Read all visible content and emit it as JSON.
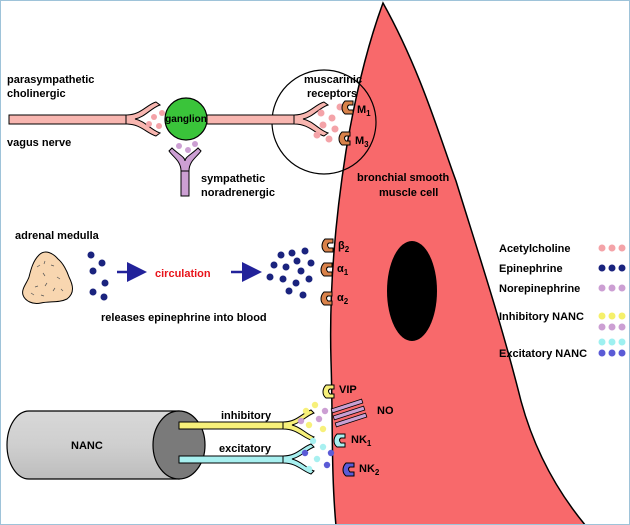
{
  "labels": {
    "parasympathetic": "parasympathetic",
    "cholinergic": "cholinergic",
    "vagus_nerve": "vagus nerve",
    "ganglion": "ganglion",
    "sympathetic": "sympathetic",
    "noradrenergic": "noradrenergic",
    "muscarinic": "muscarinic",
    "receptors": "receptors",
    "bronchial": "bronchial smooth",
    "muscle_cell": "muscle cell",
    "adrenal_medulla": "adrenal medulla",
    "circulation": "circulation",
    "releases": "releases epinephrine into blood",
    "nanc": "NANC",
    "inhibitory": "inhibitory",
    "excitatory": "excitatory"
  },
  "receptors": {
    "m1": {
      "base": "M",
      "sub": "1"
    },
    "m3": {
      "base": "M",
      "sub": "3"
    },
    "beta2": {
      "base": "β",
      "sub": "2"
    },
    "alpha1": {
      "base": "α",
      "sub": "1"
    },
    "alpha2": {
      "base": "α",
      "sub": "2"
    },
    "vip": {
      "base": "VIP",
      "sub": ""
    },
    "no": {
      "base": "NO",
      "sub": ""
    },
    "nk1": {
      "base": "NK",
      "sub": "1"
    },
    "nk2": {
      "base": "NK",
      "sub": "2"
    }
  },
  "legend": [
    {
      "label": "Acetylcholine",
      "color": "#f4a3a8"
    },
    {
      "label": "Epinephrine",
      "color": "#1a237e"
    },
    {
      "label": "Norepinephrine",
      "color": "#cc9fd3"
    },
    {
      "label": "Inhibitory NANC",
      "color": "#f5f06a",
      "color2": "#cc9fd3"
    },
    {
      "label": "Excitatory NANC",
      "color": "#9ef0f0",
      "color2": "#5b5bd6"
    }
  ],
  "colors": {
    "muscle": "#f8696b",
    "nerve_fill": "#f8b6b0",
    "ganglion": "#3ac43a",
    "receptor": "#d9824a",
    "epinephrine": "#1a237e",
    "acetylcholine": "#f4a3a8",
    "norepinephrine": "#cc9fd3",
    "circulation_text": "#e8141b",
    "arrow": "#22229a",
    "vip": "#f7f07a",
    "no_bar": "#c9a0d3",
    "nk1": "#a8f0f0",
    "nk2": "#5b5bd6",
    "adrenal": "#f8d6b0",
    "border": "#9ec3d9"
  }
}
